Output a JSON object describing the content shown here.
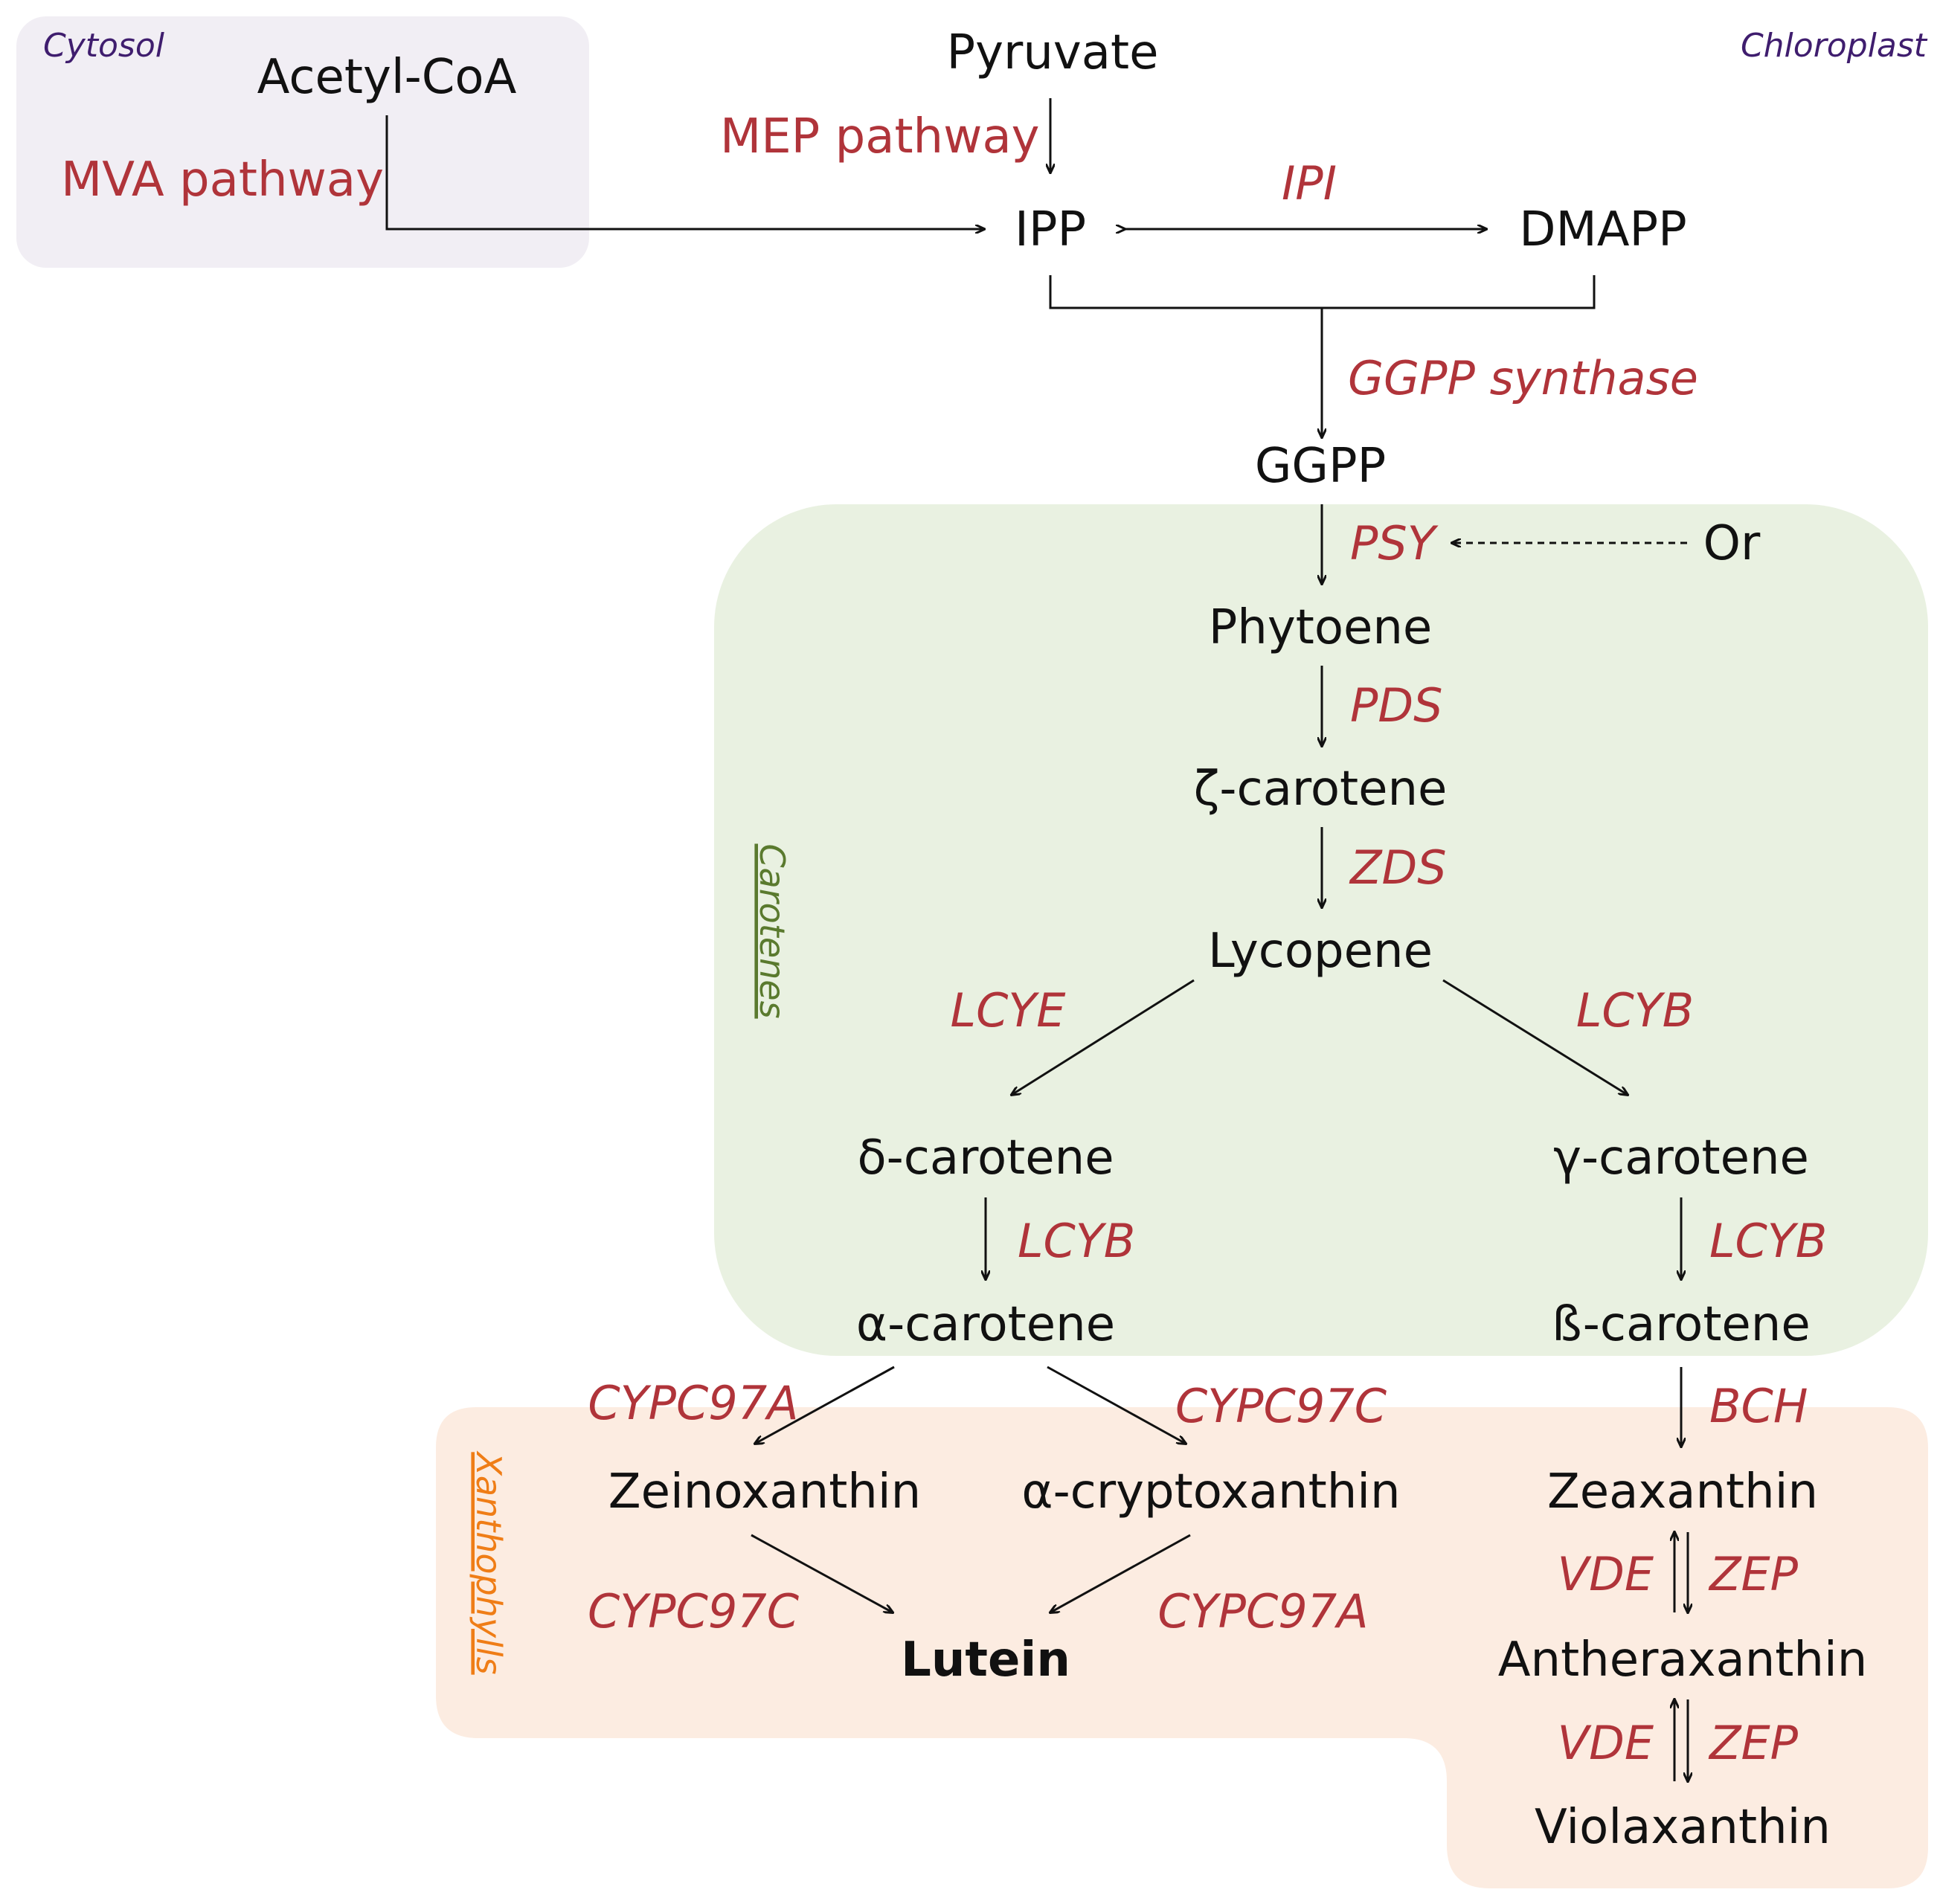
{
  "colors": {
    "cytosol_region": "#f1eef4",
    "carotenes_region": "#e9f1e1",
    "xanthophylls_region": "#fcece1",
    "metabolite_text": "#111111",
    "enzyme_text": "#b0343a",
    "compartment_text": "#3f1d6e",
    "carotenes_label": "#5a7a2e",
    "xanthophylls_label": "#ef7d16"
  },
  "compartments": {
    "cytosol": "Cytosol",
    "chloroplast": "Chloroplast"
  },
  "groups": {
    "carotenes": "Carotenes",
    "xanthophylls": "Xanthophylls"
  },
  "metabolites": {
    "acetyl_coa": "Acetyl-CoA",
    "pyruvate": "Pyruvate",
    "ipp": "IPP",
    "dmapp": "DMAPP",
    "ggpp": "GGPP",
    "or": "Or",
    "phytoene": "Phytoene",
    "zeta_carotene": "ζ-carotene",
    "lycopene": "Lycopene",
    "delta_carotene": "δ-carotene",
    "gamma_carotene": "γ-carotene",
    "alpha_carotene": "α-carotene",
    "beta_carotene": "ß-carotene",
    "zeinoxanthin": "Zeinoxanthin",
    "alpha_cryptoxanthin": "α-cryptoxanthin",
    "zeaxanthin": "Zeaxanthin",
    "lutein": "Lutein",
    "antheraxanthin": "Antheraxanthin",
    "violaxanthin": "Violaxanthin"
  },
  "pathways": {
    "mva": "MVA pathway",
    "mep": "MEP pathway"
  },
  "enzymes": {
    "ipi": "IPI",
    "ggpp_synthase": "GGPP synthase",
    "psy": "PSY",
    "pds": "PDS",
    "zds": "ZDS",
    "lcye": "LCYE",
    "lcyb_lycopene": "LCYB",
    "lcyb_delta": "LCYB",
    "lcyb_gamma": "LCYB",
    "cypc97a_alpha": "CYPC97A",
    "cypc97c_alpha": "CYPC97C",
    "bch": "BCH",
    "cypc97c_zein": "CYPC97C",
    "cypc97a_crypto": "CYPC97A",
    "vde_1": "VDE",
    "zep_1": "ZEP",
    "vde_2": "VDE",
    "zep_2": "ZEP"
  }
}
